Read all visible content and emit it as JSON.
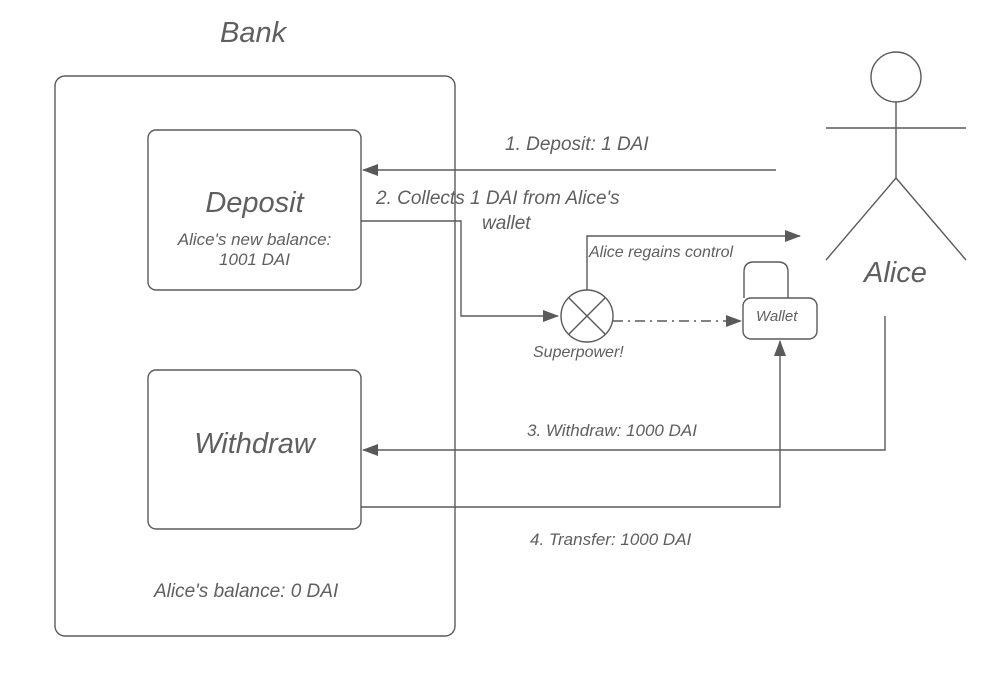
{
  "bank": {
    "title": "Bank",
    "deposit_title": "Deposit",
    "deposit_balance_line1": "Alice's new balance:",
    "deposit_balance_line2": "1001 DAI",
    "withdraw_title": "Withdraw",
    "balance_note": "Alice's balance: 0 DAI"
  },
  "actor": {
    "name": "Alice"
  },
  "wallet": {
    "label": "Wallet"
  },
  "superpower": {
    "label": "Superpower!"
  },
  "flows": {
    "step1": "1. Deposit: 1 DAI",
    "step2_line1": "2. Collects 1 DAI from Alice's",
    "step2_line2": "wallet",
    "regains": "Alice regains control",
    "step3": "3. Withdraw: 1000 DAI",
    "step4": "4. Transfer: 1000 DAI"
  },
  "colors": {
    "stroke": "#5a5a5a",
    "text": "#5f5f5f",
    "background": "#ffffff"
  },
  "icons": [
    "stick-figure-icon",
    "superpower-x-circle-icon",
    "wallet-icon"
  ]
}
